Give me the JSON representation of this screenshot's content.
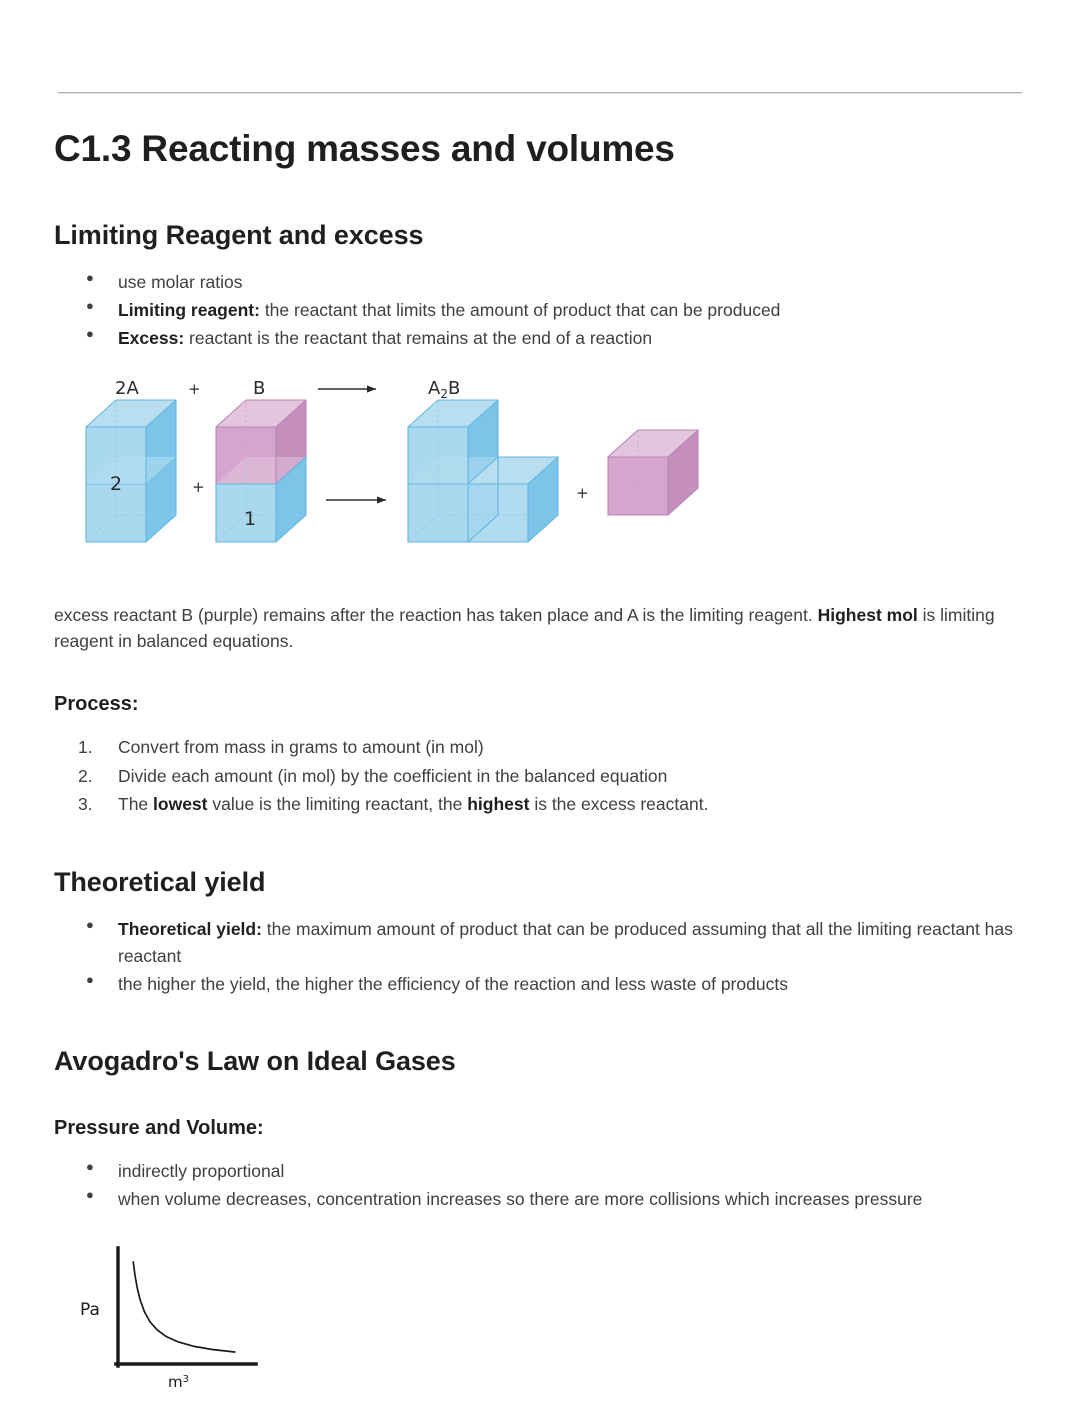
{
  "document": {
    "title": "C1.3 Reacting masses and volumes"
  },
  "sections": {
    "limiting": {
      "heading": "Limiting Reagent and excess",
      "bullets": [
        {
          "lead": "",
          "text": "use molar ratios"
        },
        {
          "lead": "Limiting reagent:",
          "text": " the reactant that limits the amount of product that can be produced"
        },
        {
          "lead": "Excess:",
          "text": " reactant is the reactant that remains at the end of a reaction"
        }
      ],
      "caption_part1": "excess reactant B (purple) remains after the reaction has taken place and A is the limiting reagent. ",
      "caption_bold": "Highest mol",
      "caption_part2": " is limiting reagent in balanced equations."
    },
    "process": {
      "heading": "Process:",
      "steps": [
        {
          "pre": "Convert from mass in grams to amount (in mol)",
          "bold": "",
          "post": ""
        },
        {
          "pre": "Divide each amount (in mol) by the coefficient in the balanced equation",
          "bold": "",
          "post": ""
        },
        {
          "pre": "The ",
          "bold": "lowest",
          "post": " value is the limiting reactant, the ",
          "bold2": "highest",
          "post2": " is the excess reactant."
        }
      ]
    },
    "theoretical": {
      "heading": "Theoretical yield",
      "bullets": [
        {
          "lead": "Theoretical yield:",
          "text": "  the maximum amount of product that can be produced assuming that all the limiting reactant has reactant"
        },
        {
          "lead": "",
          "text": "the higher the yield, the higher the efficiency of the reaction and less waste of products"
        }
      ]
    },
    "avogadro": {
      "heading": "Avogadro's Law on Ideal Gases",
      "subheading": "Pressure and Volume:",
      "bullets": [
        {
          "lead": "",
          "text": "indirectly proportional"
        },
        {
          "lead": "",
          "text": "when volume decreases, concentration increases so there are more collisions which increases pressure"
        }
      ]
    }
  },
  "cube_diagram": {
    "equation": {
      "reactant_a": "2A",
      "plus_1": "+",
      "reactant_b": "B",
      "arrow": "→",
      "product": "A₂B"
    },
    "labels": {
      "a_count": "2",
      "b_count": "1",
      "plus_lower": "+",
      "plus_product": "+"
    },
    "colors": {
      "blue_top": "#b8def0",
      "blue_front": "#a9d8ef",
      "blue_side": "#7cc5e8",
      "blue_stroke": "#5cb3dd",
      "purple_top": "#e3c6de",
      "purple_front": "#d6a5cd",
      "purple_side": "#c58fbd",
      "purple_stroke": "#b87fb0"
    }
  },
  "chart_data": {
    "type": "line",
    "title": "",
    "xlabel": "m³",
    "ylabel": "Pa",
    "relationship": "inverse (pressure inversely proportional to volume)",
    "grid": false,
    "legend": null,
    "x": [
      1.0,
      1.15,
      1.35,
      1.6,
      2.0,
      2.5,
      3.1,
      3.9,
      5.0,
      6.4,
      8.0,
      10.0
    ],
    "y": [
      10.0,
      8.7,
      7.4,
      6.25,
      5.0,
      4.0,
      3.23,
      2.56,
      2.0,
      1.56,
      1.25,
      1.0
    ],
    "xlim": [
      0,
      11
    ],
    "ylim": [
      0,
      11
    ],
    "tick_labels_x": [],
    "tick_labels_y": []
  }
}
